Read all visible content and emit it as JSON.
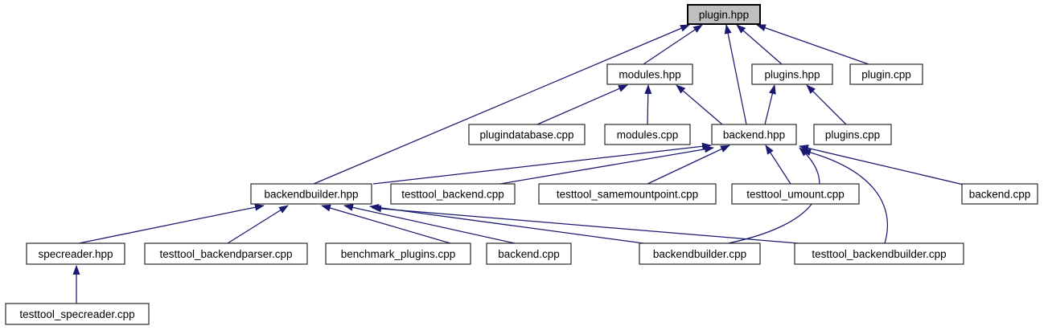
{
  "diagram": {
    "kind": "include-dependency-graph",
    "root_label": "plugin.hpp",
    "colors": {
      "edge": "#191970",
      "node_fill": "#ffffff",
      "node_border": "#2a2a2a",
      "root_fill": "#bfbfbf",
      "root_border": "#000000",
      "text": "#000000",
      "background": "#ffffff"
    },
    "nodes": [
      {
        "id": "plugin_hpp",
        "label": "plugin.hpp",
        "root": true
      },
      {
        "id": "modules_hpp",
        "label": "modules.hpp",
        "root": false
      },
      {
        "id": "plugins_hpp",
        "label": "plugins.hpp",
        "root": false
      },
      {
        "id": "plugin_cpp",
        "label": "plugin.cpp",
        "root": false
      },
      {
        "id": "plugindatabase_cpp",
        "label": "plugindatabase.cpp",
        "root": false
      },
      {
        "id": "modules_cpp",
        "label": "modules.cpp",
        "root": false
      },
      {
        "id": "backend_hpp",
        "label": "backend.hpp",
        "root": false
      },
      {
        "id": "plugins_cpp",
        "label": "plugins.cpp",
        "root": false
      },
      {
        "id": "backendbuilder_hpp",
        "label": "backendbuilder.hpp",
        "root": false
      },
      {
        "id": "testtool_backend_cpp",
        "label": "testtool_backend.cpp",
        "root": false
      },
      {
        "id": "testtool_samemountpoint_cpp",
        "label": "testtool_samemountpoint.cpp",
        "root": false
      },
      {
        "id": "testtool_umount_cpp",
        "label": "testtool_umount.cpp",
        "root": false
      },
      {
        "id": "backend_cpp_a",
        "label": "backend.cpp",
        "root": false
      },
      {
        "id": "specreader_hpp",
        "label": "specreader.hpp",
        "root": false
      },
      {
        "id": "testtool_backendparser_cpp",
        "label": "testtool_backendparser.cpp",
        "root": false
      },
      {
        "id": "benchmark_plugins_cpp",
        "label": "benchmark_plugins.cpp",
        "root": false
      },
      {
        "id": "backend_cpp_b",
        "label": "backend.cpp",
        "root": false
      },
      {
        "id": "backendbuilder_cpp",
        "label": "backendbuilder.cpp",
        "root": false
      },
      {
        "id": "testtool_backendbuilder_cpp",
        "label": "testtool_backendbuilder.cpp",
        "root": false
      },
      {
        "id": "testtool_specreader_cpp",
        "label": "testtool_specreader.cpp",
        "root": false
      }
    ],
    "edges": [
      {
        "from": "modules_hpp",
        "to": "plugin_hpp"
      },
      {
        "from": "plugins_hpp",
        "to": "plugin_hpp"
      },
      {
        "from": "plugin_cpp",
        "to": "plugin_hpp"
      },
      {
        "from": "backend_hpp",
        "to": "plugin_hpp"
      },
      {
        "from": "backendbuilder_hpp",
        "to": "plugin_hpp"
      },
      {
        "from": "plugindatabase_cpp",
        "to": "modules_hpp"
      },
      {
        "from": "modules_cpp",
        "to": "modules_hpp"
      },
      {
        "from": "backend_hpp",
        "to": "modules_hpp"
      },
      {
        "from": "backend_hpp",
        "to": "plugins_hpp"
      },
      {
        "from": "plugins_cpp",
        "to": "plugins_hpp"
      },
      {
        "from": "backendbuilder_hpp",
        "to": "backend_hpp"
      },
      {
        "from": "testtool_backend_cpp",
        "to": "backend_hpp"
      },
      {
        "from": "testtool_samemountpoint_cpp",
        "to": "backend_hpp"
      },
      {
        "from": "testtool_umount_cpp",
        "to": "backend_hpp"
      },
      {
        "from": "backend_cpp_a",
        "to": "backend_hpp"
      },
      {
        "from": "backendbuilder_cpp",
        "to": "backend_hpp"
      },
      {
        "from": "testtool_backendbuilder_cpp",
        "to": "backend_hpp"
      },
      {
        "from": "specreader_hpp",
        "to": "backendbuilder_hpp"
      },
      {
        "from": "testtool_backendparser_cpp",
        "to": "backendbuilder_hpp"
      },
      {
        "from": "benchmark_plugins_cpp",
        "to": "backendbuilder_hpp"
      },
      {
        "from": "backend_cpp_b",
        "to": "backendbuilder_hpp"
      },
      {
        "from": "backendbuilder_cpp",
        "to": "backendbuilder_hpp"
      },
      {
        "from": "testtool_backendbuilder_cpp",
        "to": "backendbuilder_hpp"
      },
      {
        "from": "testtool_specreader_cpp",
        "to": "specreader_hpp"
      }
    ]
  }
}
